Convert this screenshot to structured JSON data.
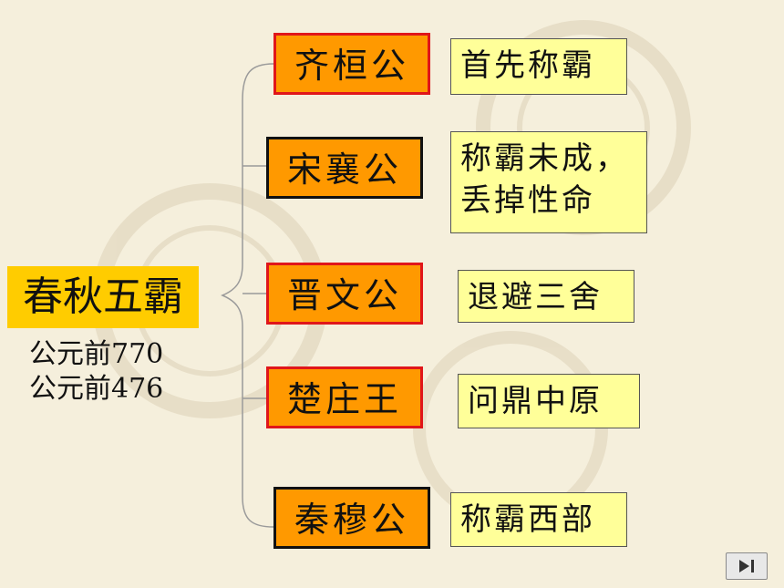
{
  "root": {
    "title": "春秋五霸",
    "dates": [
      "公元前770",
      "公元前476"
    ]
  },
  "lords": [
    {
      "name": "齐桓公",
      "desc": "首先称霸"
    },
    {
      "name": "宋襄公",
      "desc_lines": [
        "称霸未成，",
        "丢掉性命"
      ]
    },
    {
      "name": "晋文公",
      "desc": "退避三舍"
    },
    {
      "name": "楚庄王",
      "desc": "问鼎中原"
    },
    {
      "name": "秦穆公",
      "desc": "称霸西部"
    }
  ],
  "colors": {
    "background": "#f5efdc",
    "root_fill": "#ffcc00",
    "lord_fill": "#ff9900",
    "desc_fill": "#ffff99",
    "border_red": "#e0161a",
    "border_black": "#111111"
  },
  "nav": {
    "icon": "play-next-icon"
  }
}
